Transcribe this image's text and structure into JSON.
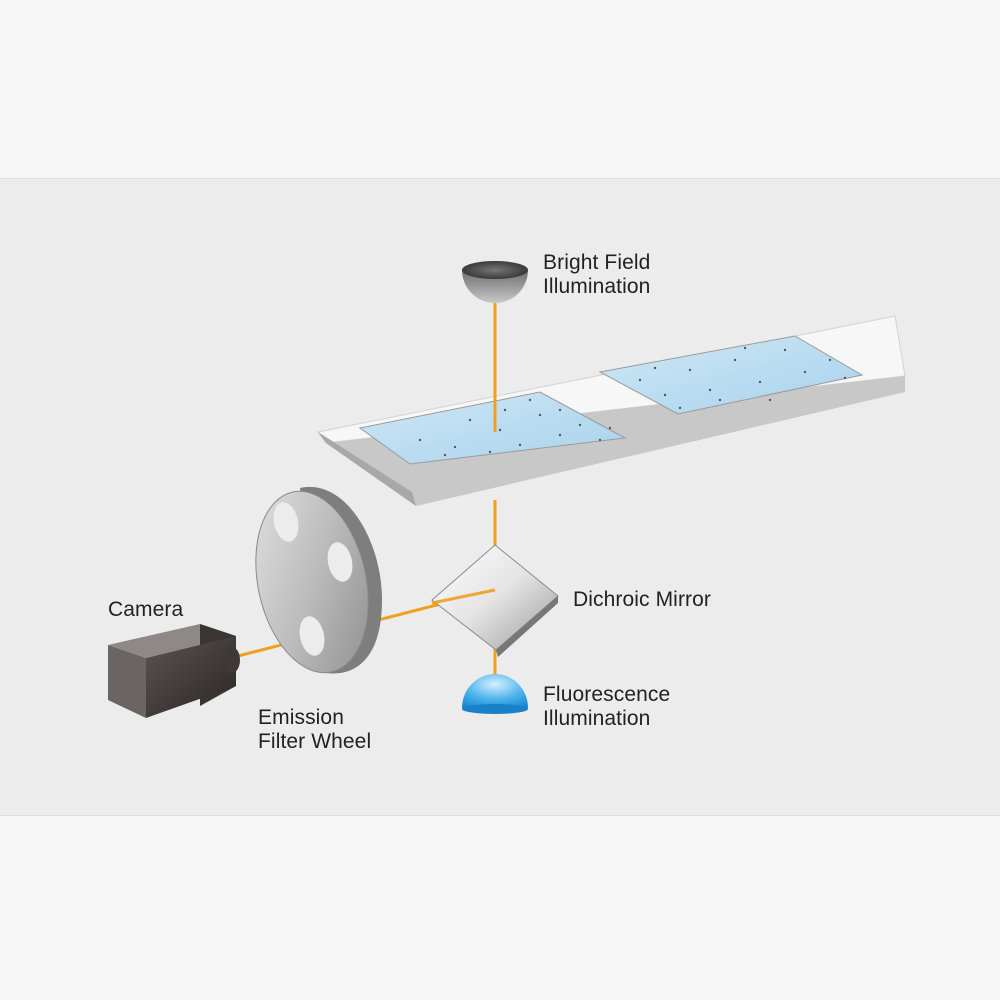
{
  "colors": {
    "panel_background": "#ececec",
    "light_path": "#f0a020",
    "sample_fluid": "#bcdcef",
    "fluorescence_source": "#2aa0e0"
  },
  "labels": {
    "bright_field": {
      "line1": "Bright Field",
      "line2": "Illumination"
    },
    "dichroic_mirror": "Dichroic Mirror",
    "fluorescence": {
      "line1": "Fluorescence",
      "line2": "Illumination"
    },
    "camera": "Camera",
    "emission_filter_wheel": {
      "line1": "Emission",
      "line2": "Filter Wheel"
    }
  }
}
